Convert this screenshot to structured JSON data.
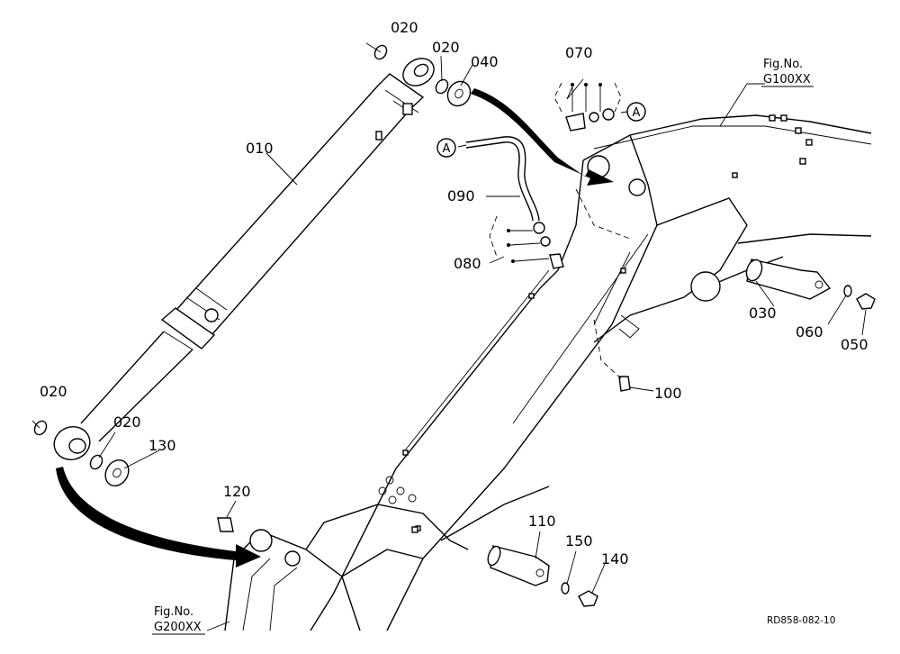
{
  "callouts": {
    "p010": "010",
    "p020_top_left": "020",
    "p020_top_right": "020",
    "p020_bottom_left": "020",
    "p020_bottom_right": "020",
    "p030": "030",
    "p040": "040",
    "p050": "050",
    "p060": "060",
    "p070": "070",
    "p080": "080",
    "p090": "090",
    "p100": "100",
    "p110": "110",
    "p120": "120",
    "p130": "130",
    "p140": "140",
    "p150": "150"
  },
  "connectors": {
    "a_left": "A",
    "a_right": "A"
  },
  "figure_refs": {
    "top": {
      "label": "Fig.No.",
      "number": "G100XX"
    },
    "bottom": {
      "label": "Fig.No.",
      "number": "G200XX"
    }
  },
  "drawing_number": "RD858-082-10",
  "colors": {
    "ink": "#000000",
    "paper": "#ffffff"
  }
}
